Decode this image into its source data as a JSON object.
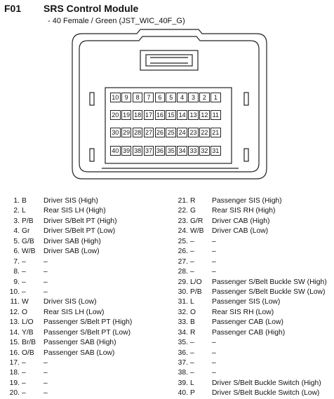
{
  "header": {
    "code": "F01",
    "title": "SRS Control Module",
    "subtitle": "- 40 Female / Green (JST_WIC_40F_G)"
  },
  "connector": {
    "rows": [
      [
        "10",
        "9",
        "8",
        "7",
        "6",
        "5",
        "4",
        "3",
        "2",
        "1"
      ],
      [
        "20",
        "19",
        "18",
        "17",
        "16",
        "15",
        "14",
        "13",
        "12",
        "11"
      ],
      [
        "30",
        "29",
        "28",
        "27",
        "26",
        "25",
        "24",
        "23",
        "22",
        "21"
      ],
      [
        "40",
        "39",
        "38",
        "37",
        "36",
        "35",
        "34",
        "33",
        "32",
        "31"
      ]
    ]
  },
  "pins_left": [
    {
      "num": "1.",
      "color": "B",
      "desc": "Driver SIS (High)"
    },
    {
      "num": "2.",
      "color": "L",
      "desc": "Rear SIS LH (High)"
    },
    {
      "num": "3.",
      "color": "P/B",
      "desc": "Driver S/Belt PT (High)"
    },
    {
      "num": "4.",
      "color": "Gr",
      "desc": "Driver S/Belt PT (Low)"
    },
    {
      "num": "5.",
      "color": "G/B",
      "desc": "Driver SAB (High)"
    },
    {
      "num": "6.",
      "color": "W/B",
      "desc": "Driver SAB (Low)"
    },
    {
      "num": "7.",
      "color": "–",
      "desc": "–"
    },
    {
      "num": "8.",
      "color": "–",
      "desc": "–"
    },
    {
      "num": "9.",
      "color": "–",
      "desc": "–"
    },
    {
      "num": "10.",
      "color": "–",
      "desc": "–"
    },
    {
      "num": "11.",
      "color": "W",
      "desc": "Driver SIS (Low)"
    },
    {
      "num": "12.",
      "color": "O",
      "desc": "Rear SIS LH (Low)"
    },
    {
      "num": "13.",
      "color": "L/O",
      "desc": "Passenger S/Belt PT (High)"
    },
    {
      "num": "14.",
      "color": "Y/B",
      "desc": "Passenger S/Belt PT (Low)"
    },
    {
      "num": "15.",
      "color": "Br/B",
      "desc": "Passenger SAB (High)"
    },
    {
      "num": "16.",
      "color": "O/B",
      "desc": "Passenger SAB (Low)"
    },
    {
      "num": "17.",
      "color": "–",
      "desc": "–"
    },
    {
      "num": "18.",
      "color": "–",
      "desc": "–"
    },
    {
      "num": "19.",
      "color": "–",
      "desc": "–"
    },
    {
      "num": "20.",
      "color": "–",
      "desc": "–"
    }
  ],
  "pins_right": [
    {
      "num": "21.",
      "color": "R",
      "desc": "Passenger SIS (High)"
    },
    {
      "num": "22.",
      "color": "G",
      "desc": "Rear SIS RH (High)"
    },
    {
      "num": "23.",
      "color": "G/R",
      "desc": "Driver CAB (High)"
    },
    {
      "num": "24.",
      "color": "W/B",
      "desc": "Driver CAB (Low)"
    },
    {
      "num": "25.",
      "color": "–",
      "desc": "–"
    },
    {
      "num": "26.",
      "color": "–",
      "desc": "–"
    },
    {
      "num": "27.",
      "color": "–",
      "desc": "–"
    },
    {
      "num": "28.",
      "color": "–",
      "desc": "–"
    },
    {
      "num": "29.",
      "color": "L/O",
      "desc": "Passenger S/Belt Buckle SW (High)"
    },
    {
      "num": "30.",
      "color": "P/B",
      "desc": "Passenger S/Belt Buckle SW (Low)"
    },
    {
      "num": "31.",
      "color": "L",
      "desc": "Passenger SIS (Low)"
    },
    {
      "num": "32.",
      "color": "O",
      "desc": "Rear SIS RH (Low)"
    },
    {
      "num": "33.",
      "color": "B",
      "desc": "Passenger CAB (Low)"
    },
    {
      "num": "34.",
      "color": "R",
      "desc": "Passenger CAB (High)"
    },
    {
      "num": "35.",
      "color": "–",
      "desc": "–"
    },
    {
      "num": "36.",
      "color": "–",
      "desc": "–"
    },
    {
      "num": "37.",
      "color": "–",
      "desc": "–"
    },
    {
      "num": "38.",
      "color": "–",
      "desc": "–"
    },
    {
      "num": "39.",
      "color": "L",
      "desc": "Driver S/Belt Buckle Switch (High)"
    },
    {
      "num": "40.",
      "color": "P",
      "desc": "Driver S/Belt Buckle Switch (Low)"
    }
  ]
}
